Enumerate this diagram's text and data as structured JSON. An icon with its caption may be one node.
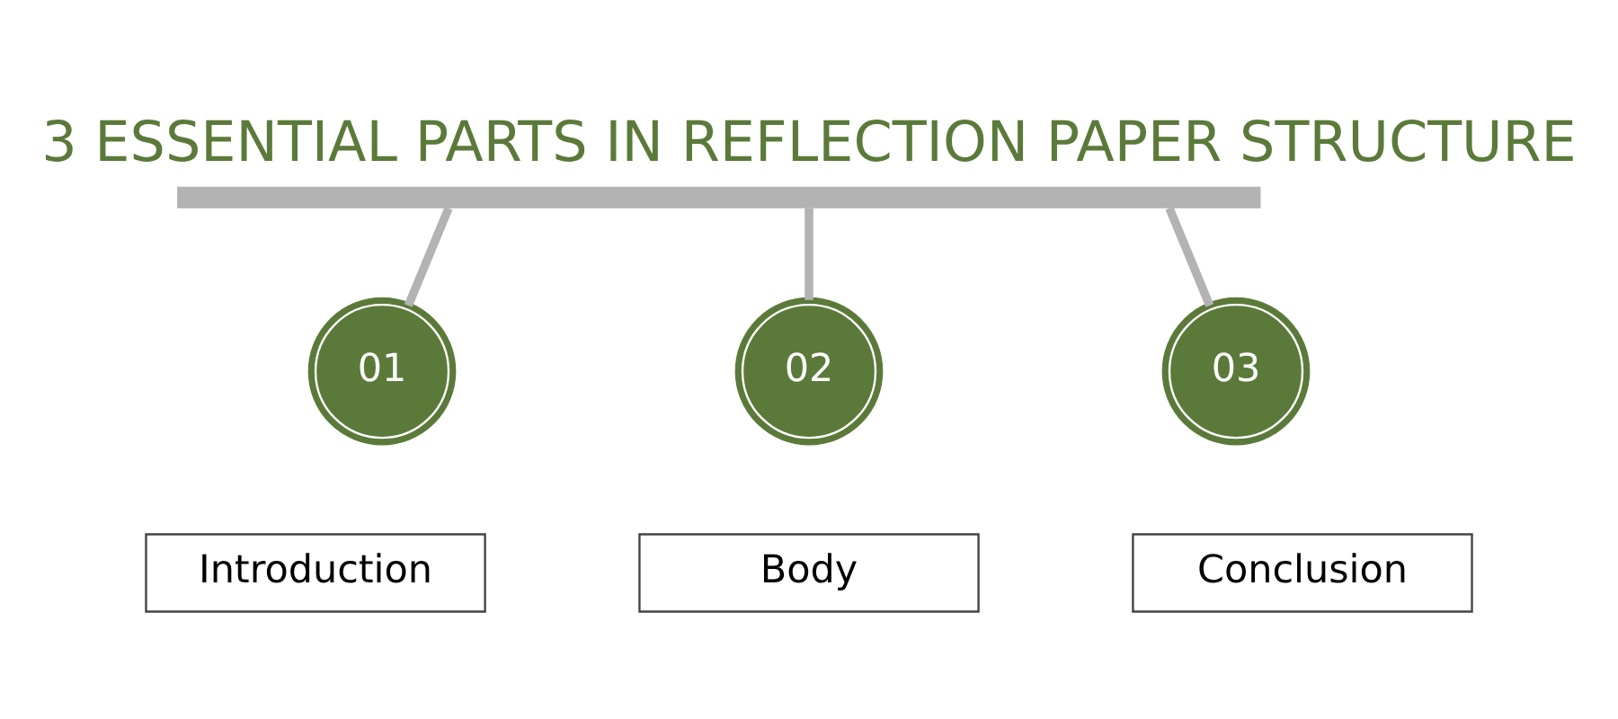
{
  "diagram": {
    "title": "3 ESSENTIAL PARTS IN REFLECTION PAPER STRUCTURE",
    "nodes": [
      {
        "text": [],
        "shape": "bar"
      },
      {
        "text": [
          "01"
        ]
      },
      {
        "text": [
          "02"
        ]
      },
      {
        "text": [
          "03"
        ]
      },
      {
        "text": [
          "Introduction"
        ]
      },
      {
        "text": [
          "Body"
        ]
      },
      {
        "text": [
          "Conclusion"
        ]
      }
    ],
    "edges": [
      {
        "from": 0,
        "to": 1,
        "arrow": "none"
      },
      {
        "from": 0,
        "to": 2,
        "arrow": "none"
      },
      {
        "from": 0,
        "to": 3,
        "arrow": "none"
      }
    ]
  }
}
